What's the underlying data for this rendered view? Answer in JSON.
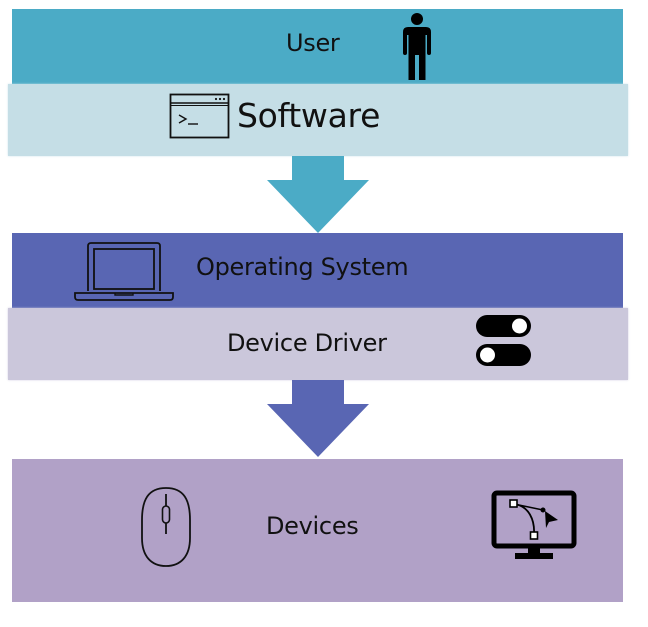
{
  "diagram": {
    "type": "layered-stack",
    "layers": [
      {
        "id": "user",
        "label": "User",
        "icon": "person-icon",
        "color": "#4babc6"
      },
      {
        "id": "software",
        "label": "Software",
        "icon": "terminal-window-icon",
        "color": "#c5dee6"
      },
      {
        "id": "os",
        "label": "Operating System",
        "icon": "laptop-icon",
        "color": "#5966b3"
      },
      {
        "id": "driver",
        "label": "Device Driver",
        "icon": "toggle-switches-icon",
        "color": "#cbc7db"
      },
      {
        "id": "devices",
        "label": "Devices",
        "icons": [
          "mouse-icon",
          "monitor-vector-icon"
        ],
        "color": "#b1a1c7"
      }
    ],
    "arrows": [
      {
        "from": "software",
        "to": "os",
        "direction": "down",
        "color": "#4babc6"
      },
      {
        "from": "driver",
        "to": "devices",
        "direction": "down",
        "color": "#5966b3"
      }
    ]
  }
}
